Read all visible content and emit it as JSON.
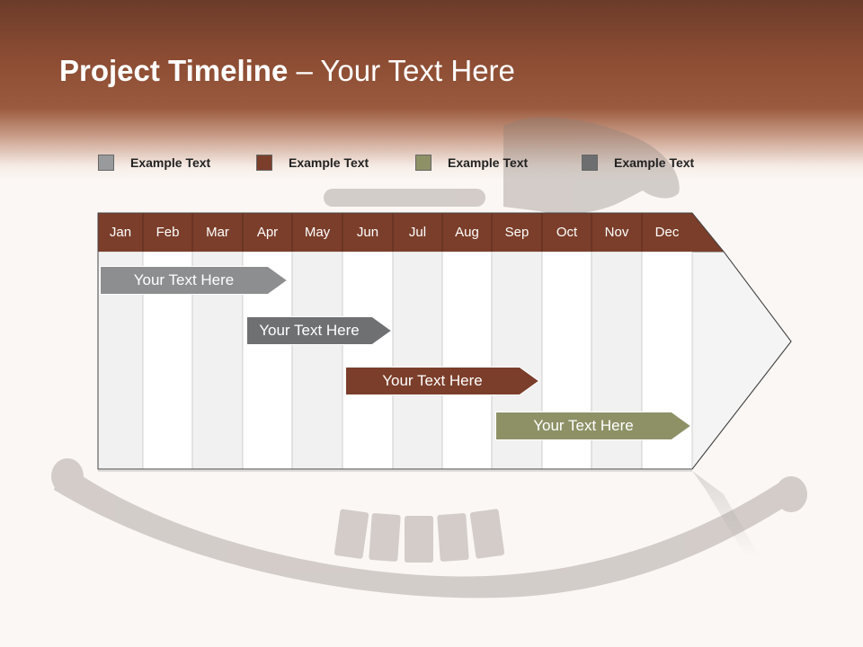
{
  "slide": {
    "title_bold": "Project Timeline",
    "title_rest": " – Your Text Here"
  },
  "legend": [
    {
      "label": "Example Text",
      "color": "#999a9c"
    },
    {
      "label": "Example Text",
      "color": "#7b3e2a"
    },
    {
      "label": "Example Text",
      "color": "#8e9166"
    },
    {
      "label": "Example Text",
      "color": "#6d6e70"
    }
  ],
  "months": [
    "Jan",
    "Feb",
    "Mar",
    "Apr",
    "May",
    "Jun",
    "Jul",
    "Aug",
    "Sep",
    "Oct",
    "Nov",
    "Dec"
  ],
  "tasks": [
    {
      "label": "Your  Text Here",
      "color": "#8d8e90",
      "start": "Jan",
      "end": "Apr"
    },
    {
      "label": "Your  Text Here",
      "color": "#6f7072",
      "start": "Apr",
      "end": "Jun"
    },
    {
      "label": "Your  Text Here",
      "color": "#7b3e2a",
      "start": "Jun",
      "end": "Sep"
    },
    {
      "label": "Your  Text Here",
      "color": "#8e9166",
      "start": "Sep",
      "end": "Dec"
    }
  ],
  "colors": {
    "header_band": "#7b3e2a",
    "stripe_light": "#f1f1f1",
    "stripe_white": "#ffffff",
    "grid_line": "#c8c8c8"
  },
  "background_image": "rocking-horse-silhouette"
}
